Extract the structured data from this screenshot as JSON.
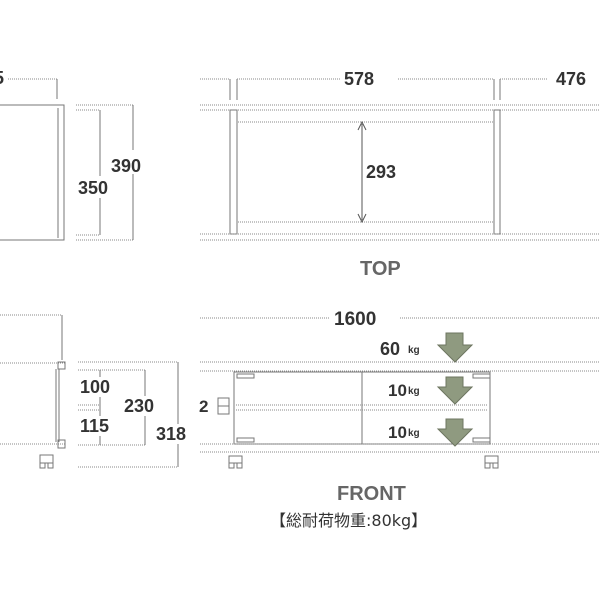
{
  "top_view": {
    "label": "TOP",
    "dims": {
      "width_partial_left": "5",
      "inner_width": "578",
      "right_width": "476",
      "depth_inner": "293"
    }
  },
  "side_view": {
    "dims": {
      "height_outer": "390",
      "height_inner": "350"
    }
  },
  "front_view": {
    "label": "FRONT",
    "total_load_note": "【総耐荷物重:80kg】",
    "dims": {
      "total_width": "1600",
      "gap": "2",
      "upper": "100",
      "lower": "115",
      "inner_height": "230",
      "overall_height": "318"
    },
    "loads": [
      {
        "value": "60",
        "unit": "kg"
      },
      {
        "value": "10",
        "unit": "kg"
      },
      {
        "value": "10",
        "unit": "kg"
      }
    ]
  },
  "colors": {
    "arrow": "#8f9a80",
    "line": "#777777",
    "text": "#333333"
  }
}
